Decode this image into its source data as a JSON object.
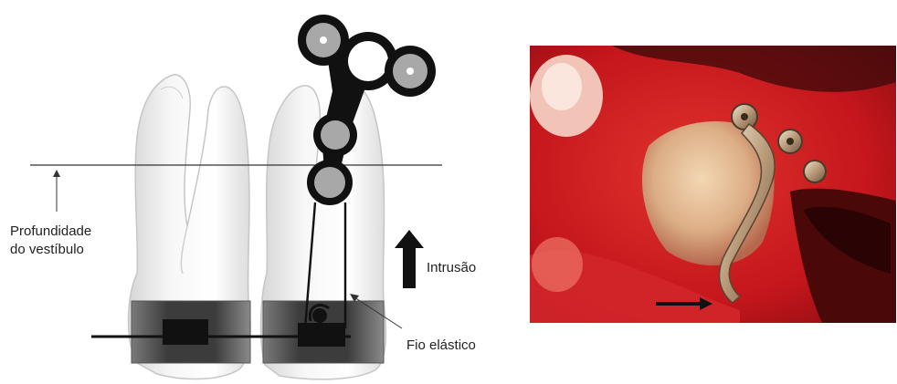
{
  "labels": {
    "vestibule_depth_line1": "Profundidade",
    "vestibule_depth_line2": "do vestíbulo",
    "intrusion": "Intrusão",
    "elastic_wire": "Fio elástico"
  },
  "colors": {
    "tooth_fill": "#ececec",
    "band_dark": "#3a3a3a",
    "plate_black": "#111111",
    "screw_grey": "#a8a8a8",
    "photo_red": "#c4161c"
  }
}
